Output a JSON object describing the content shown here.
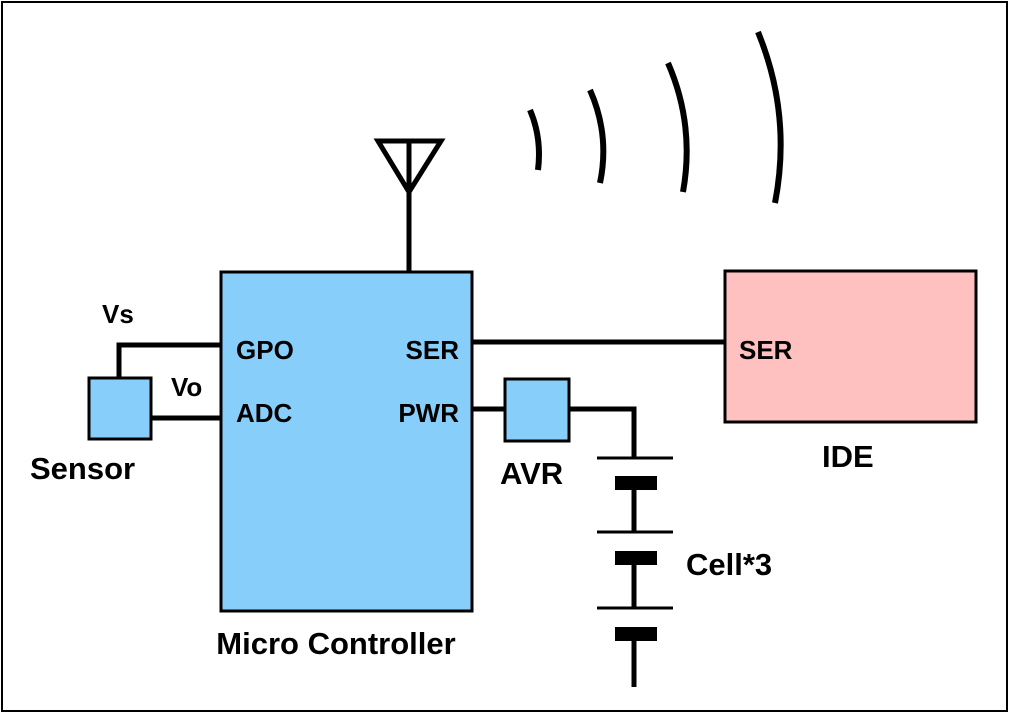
{
  "diagram": {
    "microcontroller": {
      "name": "Micro Controller",
      "pins": {
        "gpo": "GPO",
        "adc": "ADC",
        "ser": "SER",
        "pwr": "PWR"
      }
    },
    "sensor": {
      "name": "Sensor",
      "vs": "Vs",
      "vo": "Vo"
    },
    "avr": {
      "name": "AVR"
    },
    "ide": {
      "name": "IDE",
      "ser": "SER"
    },
    "battery": {
      "name": "Cell*3",
      "cells": 3
    },
    "colors": {
      "microcontroller_fill": "#87cefa",
      "sensor_fill": "#87cefa",
      "avr_fill": "#87cefa",
      "ide_fill": "#ffc0c0",
      "stroke": "#000000",
      "background": "#ffffff"
    },
    "icons": [
      "antenna-icon",
      "radio-wave-icon"
    ]
  }
}
